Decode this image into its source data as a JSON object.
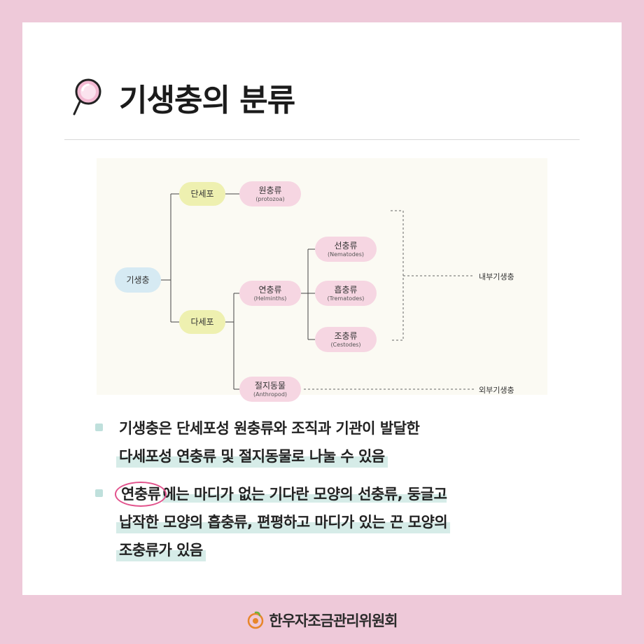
{
  "title": "기생충의 분류",
  "colors": {
    "background": "#eec9d9",
    "accent_pink": "#e2528c",
    "highlight": "#d6ece8",
    "node_yellow": "#eef0b0",
    "node_blue": "#d6eaf3",
    "node_pink": "#f6d6e2"
  },
  "icons": {
    "title": "magnifier-icon",
    "footer": "logo-icon"
  },
  "diagram": {
    "root": "기생충",
    "unicellular": "단세포",
    "multicellular": "다세포",
    "protozoa": {
      "ko": "원충류",
      "en": "(protozoa)"
    },
    "helminths": {
      "ko": "연충류",
      "en": "(Helminths)"
    },
    "nematodes": {
      "ko": "선충류",
      "en": "(Nematodes)"
    },
    "trematodes": {
      "ko": "흡충류",
      "en": "(Trematodes)"
    },
    "cestodes": {
      "ko": "조충류",
      "en": "(Cestodes)"
    },
    "arthropod": {
      "ko": "절지동물",
      "en": "(Anthropod)"
    },
    "internal_label": "내부기생충",
    "external_label": "외부기생충"
  },
  "bullets": [
    {
      "lines": [
        "기생충은 단세포성 원충류와 조직과 기관이 발달한",
        "다세포성 연충류 및 절지동물로 나눌 수 있음"
      ]
    },
    {
      "circled": "연충류",
      "first_rest": "에는 마디가 없는 기다란 모양의 선충류, 둥글고",
      "lines": [
        "납작한 모양의 흡충류, 편평하고 마디가 있는 끈 모양의",
        "조충류가 있음"
      ]
    }
  ],
  "footer": "한우자조금관리위원회"
}
